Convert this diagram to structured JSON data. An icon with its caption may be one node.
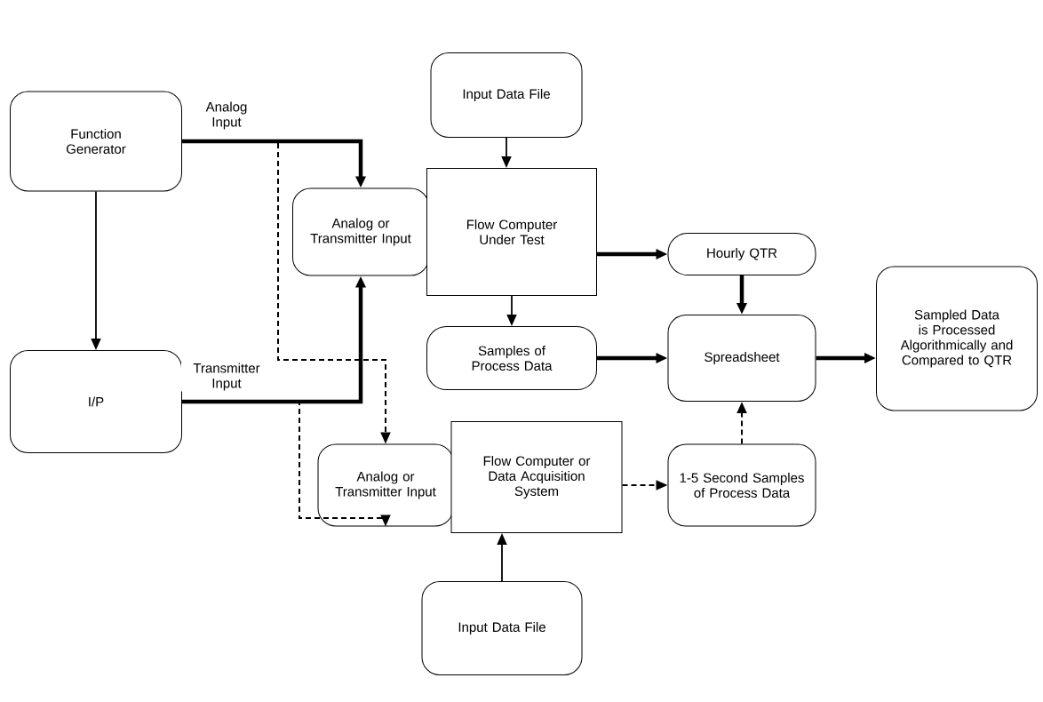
{
  "diagram": {
    "nodes": [
      {
        "text": [
          "Input Data File"
        ]
      },
      {
        "text": [
          "Function Generator"
        ]
      },
      {
        "text": [
          "Analog or Transmitter Input"
        ]
      },
      {
        "text": [
          "Flow Computer Under Test"
        ]
      },
      {
        "text": [
          "Hourly QTR"
        ]
      },
      {
        "text": [
          "Sampled Data is Processed Algorithmically and Compared to QTR"
        ]
      },
      {
        "text": [
          "Samples of Process Data"
        ]
      },
      {
        "text": [
          "Spreadsheet"
        ]
      },
      {
        "text": [
          "I/P"
        ]
      },
      {
        "text": [
          "Analog or Transmitter Input"
        ]
      },
      {
        "text": [
          "Flow Computer or Data Acquisition System"
        ]
      },
      {
        "text": [
          "1-5 Second Samples of Process Data"
        ]
      },
      {
        "text": [
          "Input Data File"
        ]
      }
    ],
    "edges": [
      {
        "from": 0,
        "to": 3,
        "arrow": "to"
      },
      {
        "from": 1,
        "to": 2,
        "arrow": "to",
        "label": "Analog Input",
        "style": "thick"
      },
      {
        "from": 1,
        "to": 8,
        "arrow": "to"
      },
      {
        "from": 8,
        "to": 2,
        "arrow": "to",
        "label": "Transmitter Input",
        "style": "thick"
      },
      {
        "from": 1,
        "to": 9,
        "arrow": "to",
        "style": "dashed"
      },
      {
        "from": 8,
        "to": 9,
        "arrow": "to",
        "style": "dashed"
      },
      {
        "from": 3,
        "to": 4,
        "arrow": "to",
        "style": "thick"
      },
      {
        "from": 3,
        "to": 6,
        "arrow": "to"
      },
      {
        "from": 6,
        "to": 7,
        "arrow": "to",
        "style": "thick"
      },
      {
        "from": 4,
        "to": 7,
        "arrow": "to",
        "style": "thick"
      },
      {
        "from": 7,
        "to": 5,
        "arrow": "to",
        "style": "thick"
      },
      {
        "from": 10,
        "to": 11,
        "arrow": "to",
        "style": "dashed"
      },
      {
        "from": 11,
        "to": 7,
        "arrow": "to",
        "style": "dashed"
      },
      {
        "from": 12,
        "to": 10,
        "arrow": "to"
      }
    ]
  }
}
